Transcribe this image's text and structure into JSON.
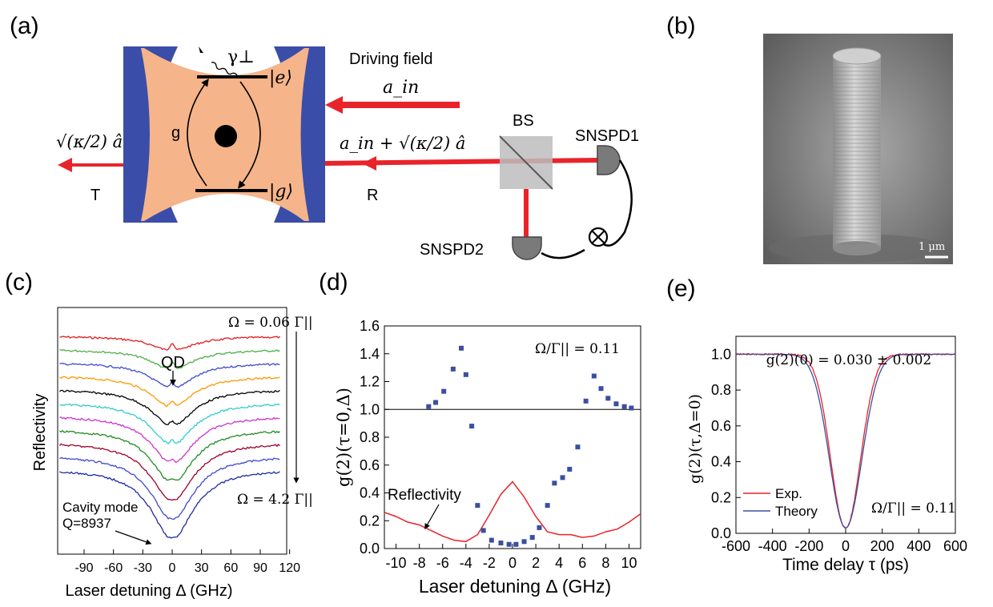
{
  "panel_labels": {
    "a": "(a)",
    "b": "(b)",
    "c": "(c)",
    "d": "(d)",
    "e": "(e)"
  },
  "schematic": {
    "gamma": "γ⊥",
    "excited_state": "|e⟩",
    "ground_state": "|g⟩",
    "coupling": "g",
    "driving_field": "Driving field",
    "a_in": "a_in",
    "reflected": "a_in + √(κ/2) â",
    "transmitted": "√(κ/2) â",
    "T": "T",
    "R": "R",
    "BS": "BS",
    "SNSPD1": "SNSPD1",
    "SNSPD2": "SNSPD2",
    "colors": {
      "mirror": "#3a4da8",
      "mode": "#f5b48a",
      "beam": "#e8242a"
    }
  },
  "sem": {
    "scale_bar": "1 μm"
  },
  "panel_c": {
    "ylabel": "Reflectivity",
    "xlabel": "Laser detuning Δ (GHz)",
    "xticks": [
      "-90",
      "-60",
      "-30",
      "0",
      "30",
      "60",
      "90",
      "120"
    ],
    "qd_label": "QD",
    "cavity_label_1": "Cavity mode",
    "cavity_label_2": "Q=8937",
    "top_annotation": "Ω = 0.06 Γ||",
    "bottom_annotation": "Ω = 4.2 Γ||",
    "trace_colors": [
      "#e41a1c",
      "#4daf4a",
      "#3f48cc",
      "#ff9900",
      "#000000",
      "#33cccc",
      "#cc33cc",
      "#228b22",
      "#a0002a",
      "#3f48cc",
      "#1f2a9e"
    ]
  },
  "chart_data": [
    {
      "type": "scatter",
      "panel": "d",
      "ylabel": "g(2)(τ=0,Δ)",
      "xlabel": "Laser detuning Δ (GHz)",
      "xlim": [
        -11,
        11
      ],
      "ylim": [
        0,
        1.6
      ],
      "xticks": [
        -10,
        -8,
        -6,
        -4,
        -2,
        0,
        2,
        4,
        6,
        8,
        10
      ],
      "yticks": [
        0.0,
        0.2,
        0.4,
        0.6,
        0.8,
        1.0,
        1.2,
        1.4,
        1.6
      ],
      "annotation": "Ω/Γ|| = 0.11",
      "reflectivity_label": "Reflectivity",
      "g2_points": {
        "x": [
          -7.2,
          -6.6,
          -5.9,
          -5.1,
          -4.4,
          -4.0,
          -3.5,
          -3.0,
          -2.5,
          -1.8,
          -1.0,
          -0.3,
          0.3,
          1.0,
          1.7,
          2.3,
          3.0,
          3.6,
          4.3,
          4.9,
          5.6,
          6.3,
          7.0,
          7.6,
          8.2,
          8.9,
          9.6,
          10.2
        ],
        "y": [
          1.02,
          1.05,
          1.13,
          1.29,
          1.44,
          1.25,
          0.88,
          0.31,
          0.13,
          0.06,
          0.04,
          0.03,
          0.03,
          0.05,
          0.08,
          0.15,
          0.31,
          0.47,
          0.51,
          0.57,
          0.73,
          1.06,
          1.24,
          1.15,
          1.08,
          1.04,
          1.02,
          1.01
        ]
      },
      "reflectivity_curve": {
        "x": [
          -11,
          -10,
          -9,
          -8,
          -7,
          -6,
          -5,
          -4,
          -3,
          -2,
          -1,
          0,
          1,
          2,
          3,
          4,
          5,
          6,
          7,
          8,
          9,
          10,
          11
        ],
        "y": [
          0.26,
          0.23,
          0.19,
          0.17,
          0.13,
          0.09,
          0.06,
          0.05,
          0.1,
          0.24,
          0.39,
          0.48,
          0.37,
          0.23,
          0.12,
          0.1,
          0.1,
          0.08,
          0.09,
          0.12,
          0.14,
          0.19,
          0.25
        ]
      },
      "colors": {
        "points": "#3b4fa0",
        "reflectivity": "#e8242a"
      }
    },
    {
      "type": "line",
      "panel": "e",
      "ylabel": "g(2)(τ,Δ=0)",
      "xlabel": "Time delay τ (ps)",
      "xlim": [
        -600,
        600
      ],
      "ylim": [
        0,
        1.1
      ],
      "xticks": [
        -600,
        -400,
        -200,
        0,
        200,
        400,
        600
      ],
      "yticks": [
        0.0,
        0.2,
        0.4,
        0.6,
        0.8,
        1.0
      ],
      "annotation_top": "g(2)(0) = 0.030 ± 0.002",
      "annotation_bottom": "Ω/Γ|| = 0.11",
      "series": [
        {
          "name": "Exp.",
          "color": "#e8242a",
          "dip_width_ps": 115,
          "min": 0.03
        },
        {
          "name": "Theory",
          "color": "#3b4fa0",
          "dip_width_ps": 125,
          "min": 0.03
        }
      ]
    }
  ]
}
